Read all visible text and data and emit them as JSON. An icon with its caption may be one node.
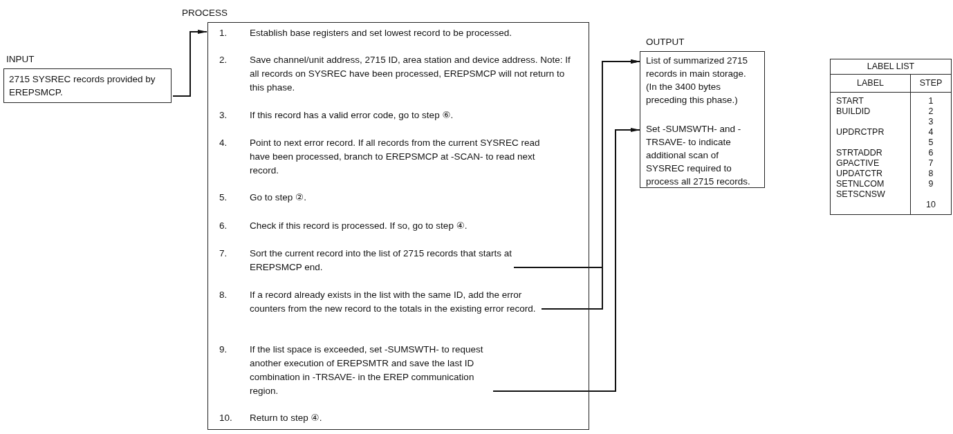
{
  "diagram": {
    "nodes": [
      {
        "text": [
          "INPUT",
          "2715 SYSREC records provided by EREPSMCP."
        ]
      },
      {
        "text": [
          "PROCESS"
        ]
      },
      {
        "text": [
          "1.",
          "Establish base registers and set lowest record to be processed."
        ],
        "in": 1
      },
      {
        "text": [
          "2.",
          "Save channel/unit address, 2715 ID, area station and device address.  Note: If all records on SYSREC have been processed, EREPSMCP will not return to this phase."
        ],
        "in": 1
      },
      {
        "text": [
          "3.",
          "If this record has a valid error code, go to step ⑥."
        ],
        "in": 1
      },
      {
        "text": [
          "4.",
          "Point to next error record. If all records from the current SYSREC read have been processed, branch to EREPSMCP at -SCAN- to read next record."
        ],
        "in": 1
      },
      {
        "text": [
          "5.",
          "Go to step ②."
        ],
        "in": 1
      },
      {
        "text": [
          "6.",
          "Check if this record is processed.  If so, go to step ④."
        ],
        "in": 1
      },
      {
        "text": [
          "7.",
          "Sort the current record into the list of 2715 records that starts at EREPSMCP end."
        ],
        "in": 1
      },
      {
        "text": [
          "8.",
          "If a record already exists in the list with the same ID, add the error counters from the new record to the totals in the existing error record."
        ],
        "in": 1
      },
      {
        "text": [
          "9.",
          "If the list space is exceeded, set -SUMSWTH- to request another execution of EREPSMTR and save the last ID combination in -TRSAVE- in the EREP communication region."
        ],
        "in": 1
      },
      {
        "text": [
          "10.",
          "Return to step ④."
        ],
        "in": 1
      },
      {
        "text": [
          "OUTPUT"
        ]
      },
      {
        "text": [
          "List of summarized 2715 records in main storage. (In the 3400 bytes preceding this phase.)"
        ],
        "in": 12
      },
      {
        "text": [
          "Set -SUMSWTH- and -TRSAVE- to indicate additional scan of SYSREC required to process all 2715 records."
        ],
        "in": 12
      }
    ],
    "edges": [
      {
        "from": 0,
        "to": 1,
        "arrow": "to"
      },
      {
        "from": 8,
        "to": 13,
        "arrow": "to"
      },
      {
        "from": 9,
        "to": 13,
        "arrow": "to"
      },
      {
        "from": 10,
        "to": 14,
        "arrow": "to"
      }
    ],
    "labels": [
      "LABEL LIST",
      "LABEL",
      "STEP",
      "START",
      "1",
      "BUILDID",
      "2",
      "3",
      "UPDRCTPR",
      "4",
      "5",
      "STRTADDR",
      "6",
      "GPACTIVE",
      "7",
      "UPDATCTR",
      "8",
      "SETNLCOM",
      "9",
      "SETSCNSW",
      "10"
    ]
  }
}
